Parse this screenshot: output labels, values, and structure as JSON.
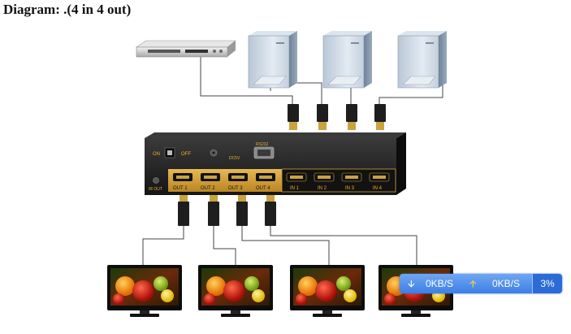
{
  "title": "Diagram: .(4 in 4 out)",
  "switcher": {
    "power_on": "ON",
    "power_off": "OFF",
    "dc_label": "DC5V",
    "rs232_label": "RS232",
    "ir_label": "IR OUT",
    "outputs": [
      "OUT 1",
      "OUT 2",
      "OUT 3",
      "OUT 4"
    ],
    "inputs": [
      "IN 1",
      "IN 2",
      "IN 3",
      "IN 4"
    ]
  },
  "netbar": {
    "download": "0KB/S",
    "upload": "0KB/S",
    "percent": "3%",
    "download_icon": "arrow-down-icon",
    "upload_icon": "arrow-up-icon"
  },
  "colors": {
    "device_body": "#1b1b1b",
    "output_panel": "#d4a03a",
    "netbar": "#3c7fe6"
  }
}
